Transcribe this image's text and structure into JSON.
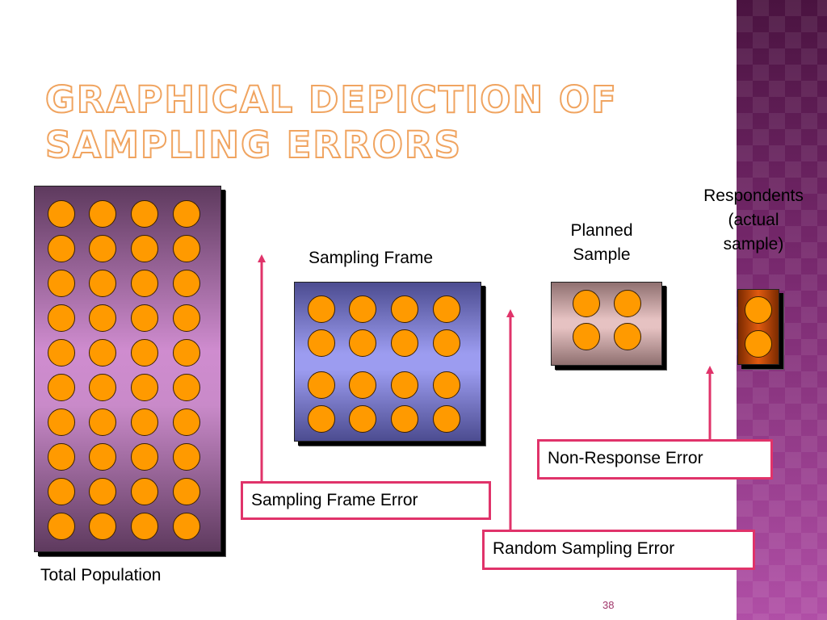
{
  "title": {
    "line1": "Graphical Depiction of",
    "line2": "Sampling Errors"
  },
  "groups": [
    {
      "label": "Total Population",
      "dots": 40
    },
    {
      "label": "Sampling Frame",
      "dots": 16
    },
    {
      "label_line1": "Planned",
      "label_line2": "Sample",
      "dots": 4
    },
    {
      "label_line1": "Respondents",
      "label_line2": "(actual",
      "label_line3": "sample)",
      "dots": 2
    }
  ],
  "errors": {
    "sampling_frame": "Sampling Frame Error",
    "random_sampling": "Random Sampling Error",
    "non_response": "Non-Response Error"
  },
  "colors": {
    "dot": "#ff9a00",
    "arrow": "#e0336a",
    "title_outline": "#f0a460"
  },
  "slide_number": "38"
}
